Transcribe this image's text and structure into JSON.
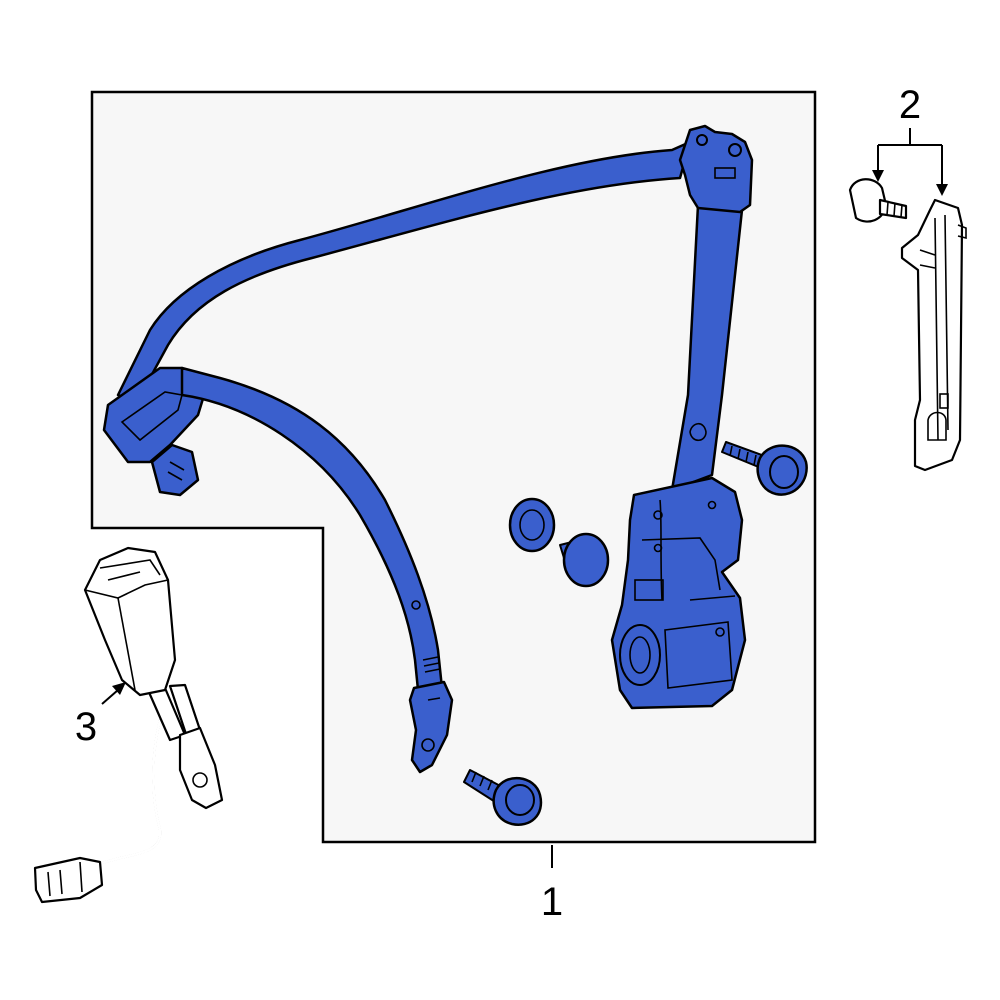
{
  "diagram": {
    "colors": {
      "part_highlight": "#3a5fcd",
      "outline": "#000000",
      "panel_background": "#f7f7f7"
    },
    "callouts": [
      {
        "id": "1",
        "label": "1"
      },
      {
        "id": "2",
        "label": "2"
      },
      {
        "id": "3",
        "label": "3"
      }
    ]
  }
}
